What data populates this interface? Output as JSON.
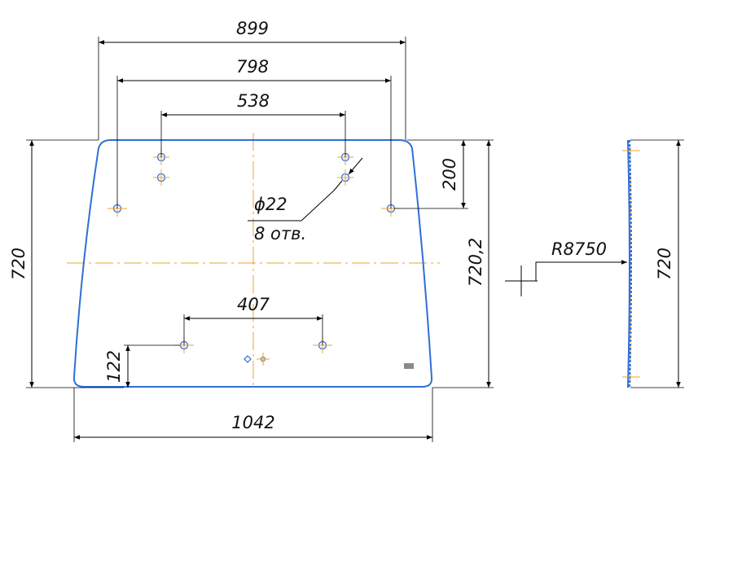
{
  "colors": {
    "outline": "#2f6fd4",
    "centerline": "#f0a030",
    "dimension": "#000000",
    "marker": "#8a8a8a"
  },
  "dimensions": {
    "top_width": "899",
    "hole_span_outer": "798",
    "hole_span_inner": "538",
    "bottom_hole_span": "407",
    "bottom_width": "1042",
    "left_height": "720",
    "right_height": "720,2",
    "hole_offset_top": "200",
    "hole_offset_bottom": "122",
    "side_height": "720",
    "radius": "R8750"
  },
  "hole_note": {
    "diameter": "ϕ22",
    "count": "8 отв."
  }
}
